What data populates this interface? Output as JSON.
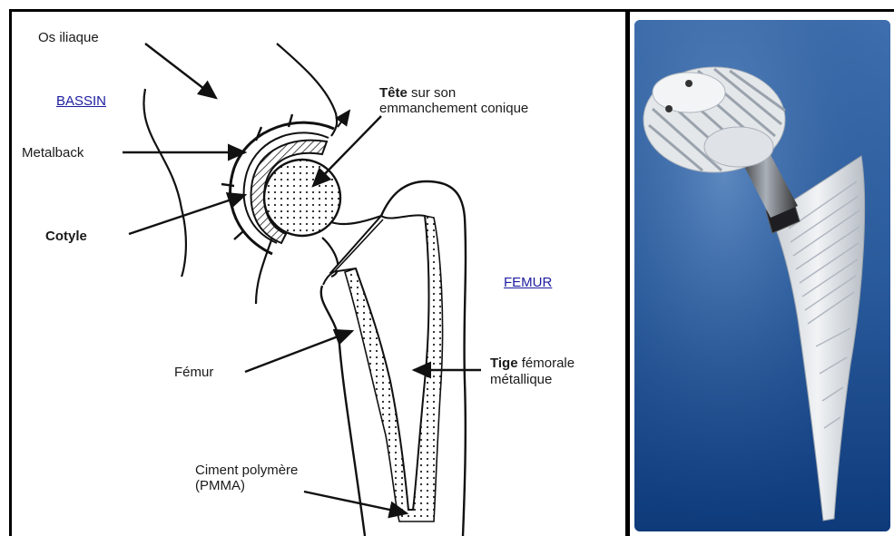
{
  "labels": {
    "os_iliaque": "Os iliaque",
    "bassin": "BASSIN",
    "metalback": "Metalback",
    "cotyle": "Cotyle",
    "tete_bold": "Tête",
    "tete_rest": " sur son",
    "tete_line2": "emmanchement conique",
    "femur_region": "FEMUR",
    "femur": "Fémur",
    "tige_bold": "Tige",
    "tige_rest": " fémorale",
    "tige_line2": "métallique",
    "ciment_line1": "Ciment polymère",
    "ciment_line2": "(PMMA)"
  },
  "colors": {
    "region_label": "#1c1ca0",
    "photo_bg_top": "#3f6fae",
    "photo_bg_bottom": "#0e3a7a",
    "implant": "#e4e7ea"
  }
}
